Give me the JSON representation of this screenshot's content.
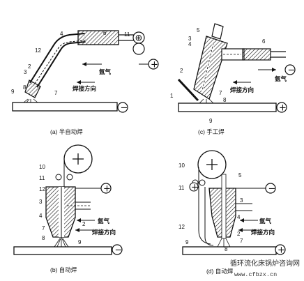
{
  "panels": {
    "a": {
      "caption": "(a) 半自动焊",
      "gas": "氩气",
      "direction": "焊接方向",
      "parts": [
        "4",
        "6",
        "11",
        "12",
        "3",
        "2",
        "9",
        "8",
        "7"
      ],
      "terminals": [
        "⊕",
        "+",
        "−"
      ]
    },
    "c": {
      "caption": "(c) 手工焊",
      "gas": "氩气",
      "direction": "焊接方向",
      "parts": [
        "5",
        "3",
        "4",
        "6",
        "2",
        "1",
        "7",
        "8",
        "9"
      ],
      "terminals": [
        "−",
        "+"
      ]
    },
    "b": {
      "caption": "(b) 自动焊",
      "gas": "氩气",
      "direction": "焊接方向",
      "parts": [
        "10",
        "11",
        "12",
        "3",
        "4",
        "2",
        "7",
        "8",
        "9"
      ],
      "terminals": [
        "+",
        "+",
        "−"
      ]
    },
    "d": {
      "caption": "(d) 自动焊",
      "gas": "氩气",
      "direction": "焊接方向",
      "parts": [
        "10",
        "5",
        "11",
        "3",
        "12",
        "4",
        "2",
        "7",
        "9",
        "8"
      ],
      "terminals": [
        "+",
        "−",
        "+"
      ]
    }
  },
  "watermark": {
    "name": "循环流化床锅炉咨询网",
    "url": "www.cfbzx.cn"
  }
}
